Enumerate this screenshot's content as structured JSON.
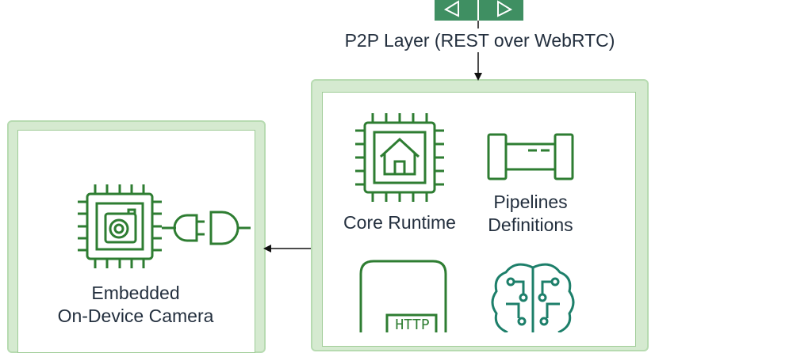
{
  "p2p_layer": {
    "label": "P2P Layer (REST over WebRTC)"
  },
  "edge_device": {
    "camera_label_line1": "Embedded",
    "camera_label_line2": "On-Device Camera"
  },
  "runtime_box": {
    "core_runtime_label": "Core Runtime",
    "pipelines_label_line1": "Pipelines",
    "pipelines_label_line2": "Definitions",
    "http_icon_text": "HTTP"
  },
  "colors": {
    "icon_green": "#2e7d32",
    "container_fill": "#d5ead0",
    "container_border": "#b7dbb1",
    "text": "#232f3e"
  },
  "icons": [
    "network-layer-icon",
    "chip-camera-icon",
    "plug-connector-icon",
    "chip-home-icon",
    "pipeline-icon",
    "http-icon",
    "brain-circuit-icon"
  ]
}
